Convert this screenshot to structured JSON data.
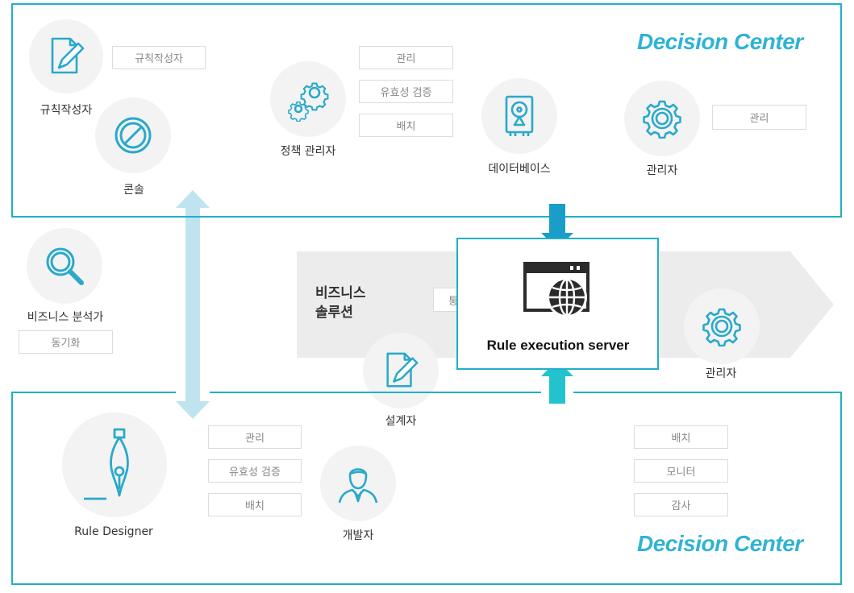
{
  "top_panel": {
    "brand": "Decision Center",
    "actors": {
      "rule_author": "규칙작성자",
      "console": "콘솔",
      "policy_manager": "정책 관리자",
      "database": "데이터베이스",
      "administrator": "관리자"
    },
    "tags": {
      "rule_author_tag": "규칙작성자",
      "policy_tags": [
        "관리",
        "유효성 검증",
        "배치"
      ],
      "admin_tag": "관리"
    }
  },
  "middle": {
    "business_analyst": "비즈니스 분석가",
    "sync_tag": "동기화",
    "business_solution": [
      "비즈니스",
      "솔루션"
    ],
    "integration_tag": "통합",
    "server_title": "Rule execution server",
    "designer": "설계자",
    "administrator": "관리자"
  },
  "bottom_panel": {
    "brand": "Decision Center",
    "rule_designer": "Rule Designer",
    "developer": "개발자",
    "left_tags": [
      "관리",
      "유효성 검증",
      "배치"
    ],
    "right_tags": [
      "배치",
      "모니터",
      "감사"
    ]
  },
  "colors": {
    "panel_border": "#1fb0c6",
    "icon": "#2aa9c9",
    "brand": "#2fb3d5",
    "arrow_down": "#1a9ec9",
    "arrow_up": "#22c3cf",
    "sync_arrow": "#bfe4f0",
    "band": "#ececec"
  },
  "icons": [
    "edit-icon",
    "no-entry-icon",
    "gears-icon",
    "hard-disk-icon",
    "gear-icon",
    "search-icon",
    "browser-globe-icon",
    "pen-nib-icon",
    "user-icon"
  ]
}
